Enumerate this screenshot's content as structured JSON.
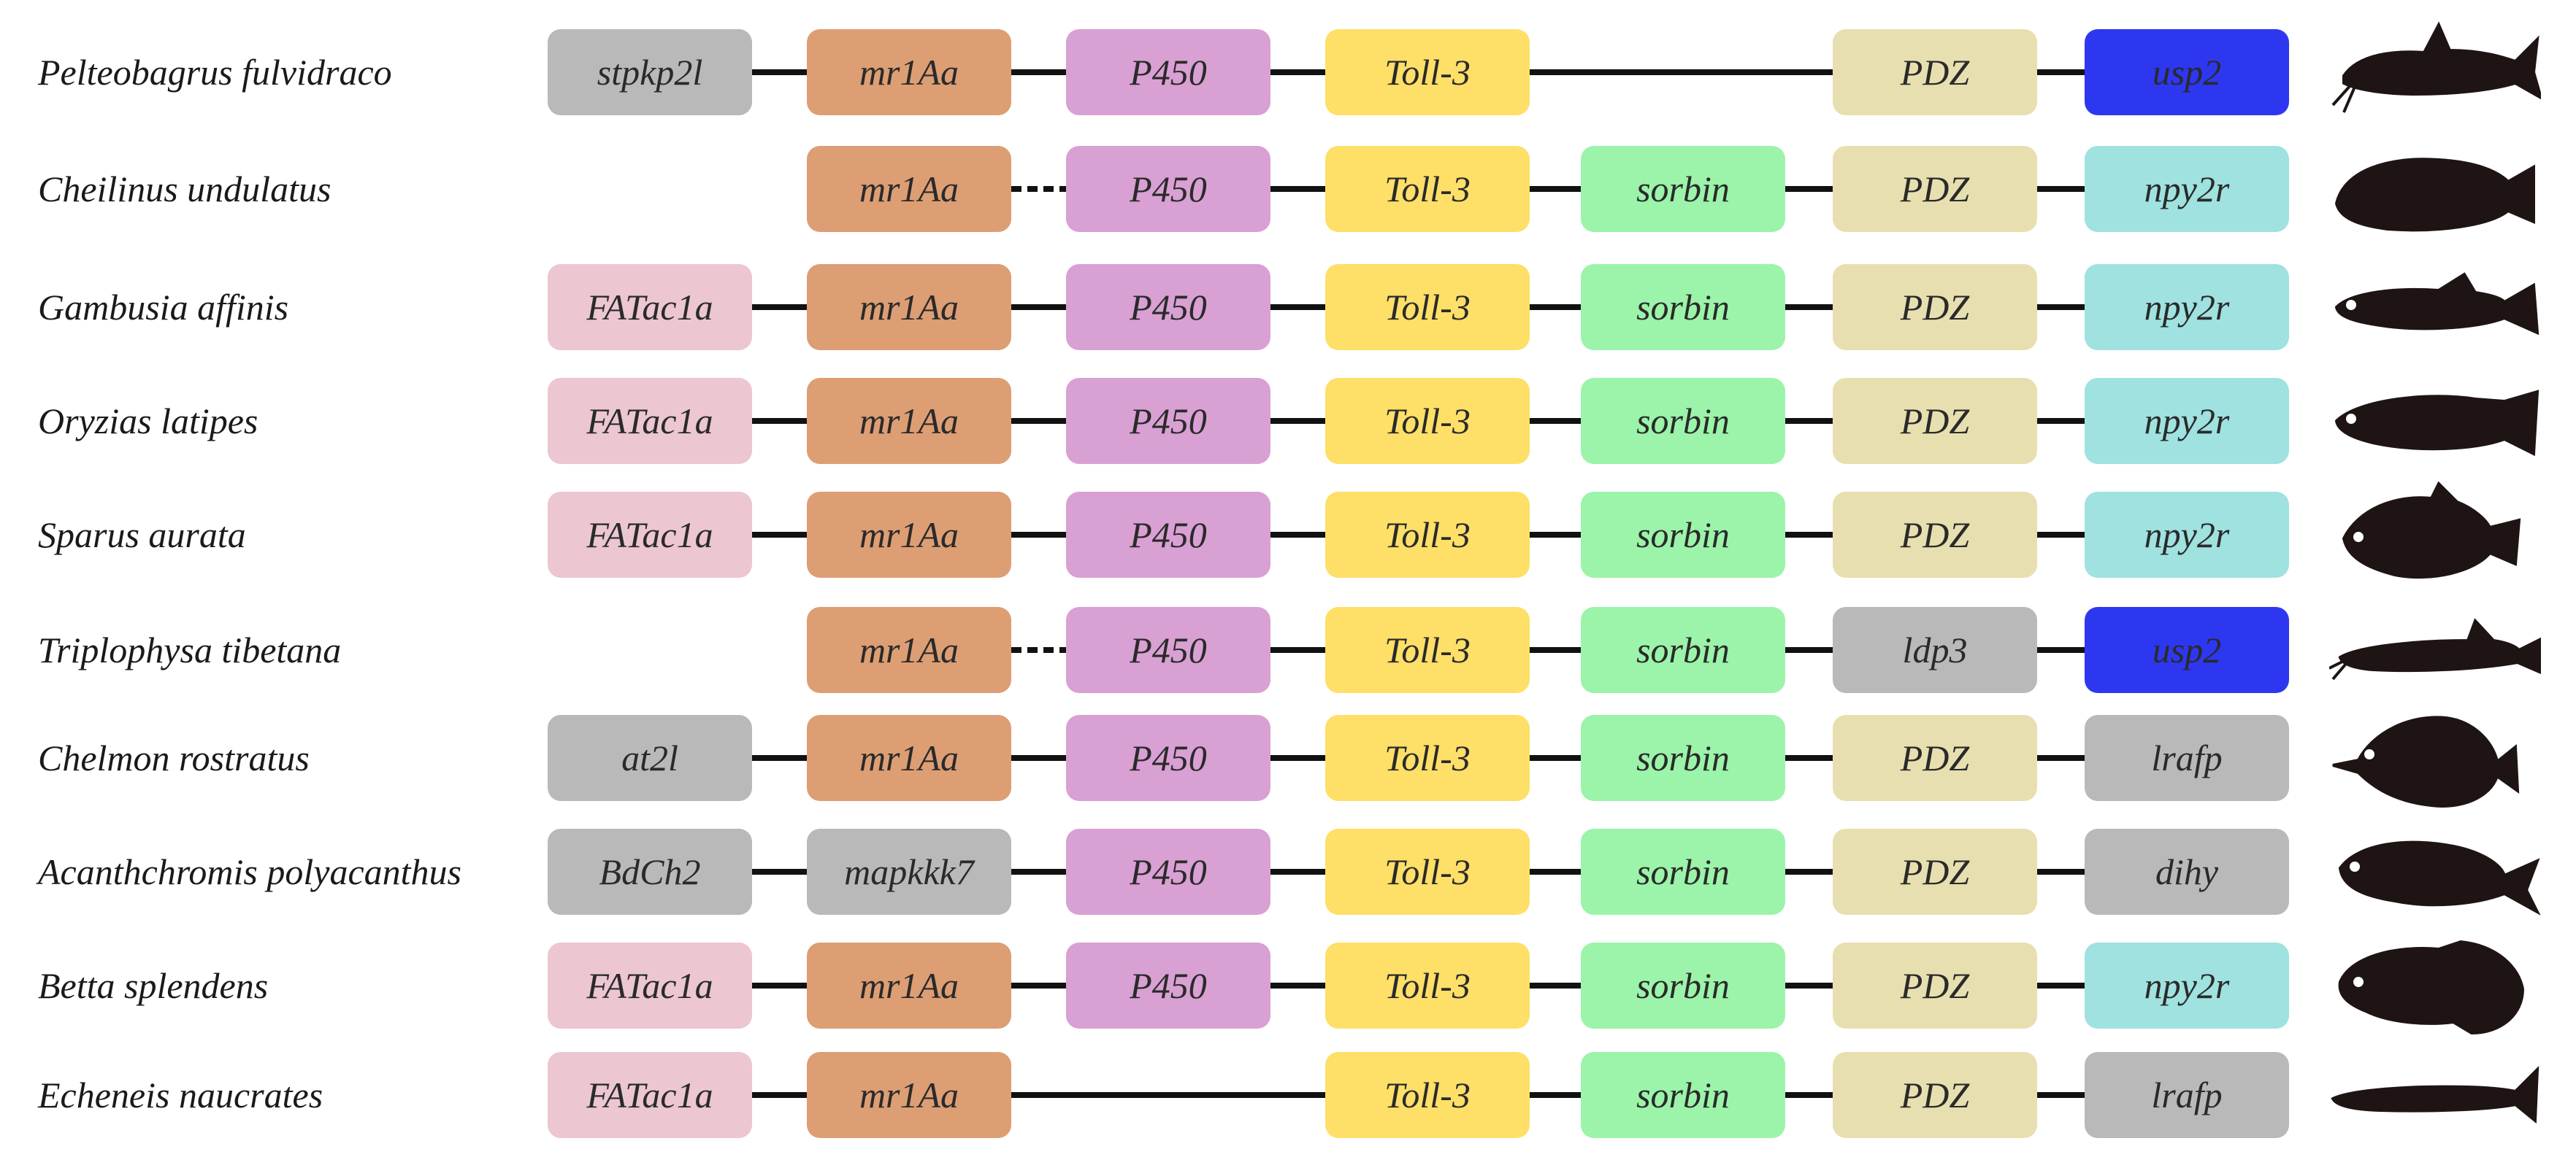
{
  "colors": {
    "stpkp2l": "#b9b9b9",
    "mr1Aa": "#dd9e74",
    "P450": "#d9a0d3",
    "Toll-3": "#fedf68",
    "sorbin": "#9bf4a9",
    "PDZ": "#e8dfb0",
    "usp2": "#2e37f0",
    "npy2r": "#9fe2e0",
    "FATac1a": "#ecc6d1",
    "ldp3": "#b9b9b9",
    "at2l": "#b9b9b9",
    "lrafp": "#b9b9b9",
    "BdCh2": "#b9b9b9",
    "mapkkk7": "#b9b9b9",
    "dihy": "#b9b9b9",
    "line": "#111111",
    "silhouette": "#1e1414"
  },
  "rows": [
    {
      "species": "Pelteobagrus fulvidraco",
      "fish": "catfish-icon",
      "genes": [
        "stpkp2l",
        "mr1Aa",
        "P450",
        "Toll-3",
        "",
        "PDZ",
        "usp2"
      ],
      "links": [
        "solid",
        "solid",
        "solid",
        "solid-long",
        "",
        "solid"
      ]
    },
    {
      "species": "Cheilinus undulatus",
      "fish": "wrasse-icon",
      "genes": [
        "",
        "mr1Aa",
        "P450",
        "Toll-3",
        "sorbin",
        "PDZ",
        "npy2r"
      ],
      "links": [
        "",
        "dashed",
        "solid",
        "solid",
        "solid",
        "solid"
      ]
    },
    {
      "species": "Gambusia affinis",
      "fish": "mosquitofish-icon",
      "genes": [
        "FATac1a",
        "mr1Aa",
        "P450",
        "Toll-3",
        "sorbin",
        "PDZ",
        "npy2r"
      ],
      "links": [
        "solid",
        "solid",
        "solid",
        "solid",
        "solid",
        "solid"
      ]
    },
    {
      "species": "Oryzias latipes",
      "fish": "medaka-icon",
      "genes": [
        "FATac1a",
        "mr1Aa",
        "P450",
        "Toll-3",
        "sorbin",
        "PDZ",
        "npy2r"
      ],
      "links": [
        "solid",
        "solid",
        "solid",
        "solid",
        "solid",
        "solid"
      ]
    },
    {
      "species": "Sparus aurata",
      "fish": "seabream-icon",
      "genes": [
        "FATac1a",
        "mr1Aa",
        "P450",
        "Toll-3",
        "sorbin",
        "PDZ",
        "npy2r"
      ],
      "links": [
        "solid",
        "solid",
        "solid",
        "solid",
        "solid",
        "solid"
      ]
    },
    {
      "species": "Triplophysa tibetana",
      "fish": "loach-icon",
      "genes": [
        "",
        "mr1Aa",
        "P450",
        "Toll-3",
        "sorbin",
        "ldp3",
        "usp2"
      ],
      "links": [
        "",
        "dashed",
        "solid",
        "solid",
        "solid",
        "solid"
      ]
    },
    {
      "species": "Chelmon rostratus",
      "fish": "butterflyfish-icon",
      "genes": [
        "at2l",
        "mr1Aa",
        "P450",
        "Toll-3",
        "sorbin",
        "PDZ",
        "lrafp"
      ],
      "links": [
        "solid",
        "solid",
        "solid",
        "solid",
        "solid",
        "solid"
      ]
    },
    {
      "species": "Acanthchromis polyacanthus",
      "fish": "damselfish-icon",
      "genes": [
        "BdCh2",
        "mapkkk7",
        "P450",
        "Toll-3",
        "sorbin",
        "PDZ",
        "dihy"
      ],
      "links": [
        "solid",
        "solid",
        "solid",
        "solid",
        "solid",
        "solid"
      ]
    },
    {
      "species": "Betta splendens",
      "fish": "betta-icon",
      "genes": [
        "FATac1a",
        "mr1Aa",
        "P450",
        "Toll-3",
        "sorbin",
        "PDZ",
        "npy2r"
      ],
      "links": [
        "solid",
        "solid",
        "solid",
        "solid",
        "solid",
        "solid"
      ]
    },
    {
      "species": "Echeneis naucrates",
      "fish": "remora-icon",
      "genes": [
        "FATac1a",
        "mr1Aa",
        "",
        "Toll-3",
        "sorbin",
        "PDZ",
        "lrafp"
      ],
      "links": [
        "solid",
        "solid-long",
        "",
        "solid",
        "solid",
        "solid"
      ]
    }
  ]
}
